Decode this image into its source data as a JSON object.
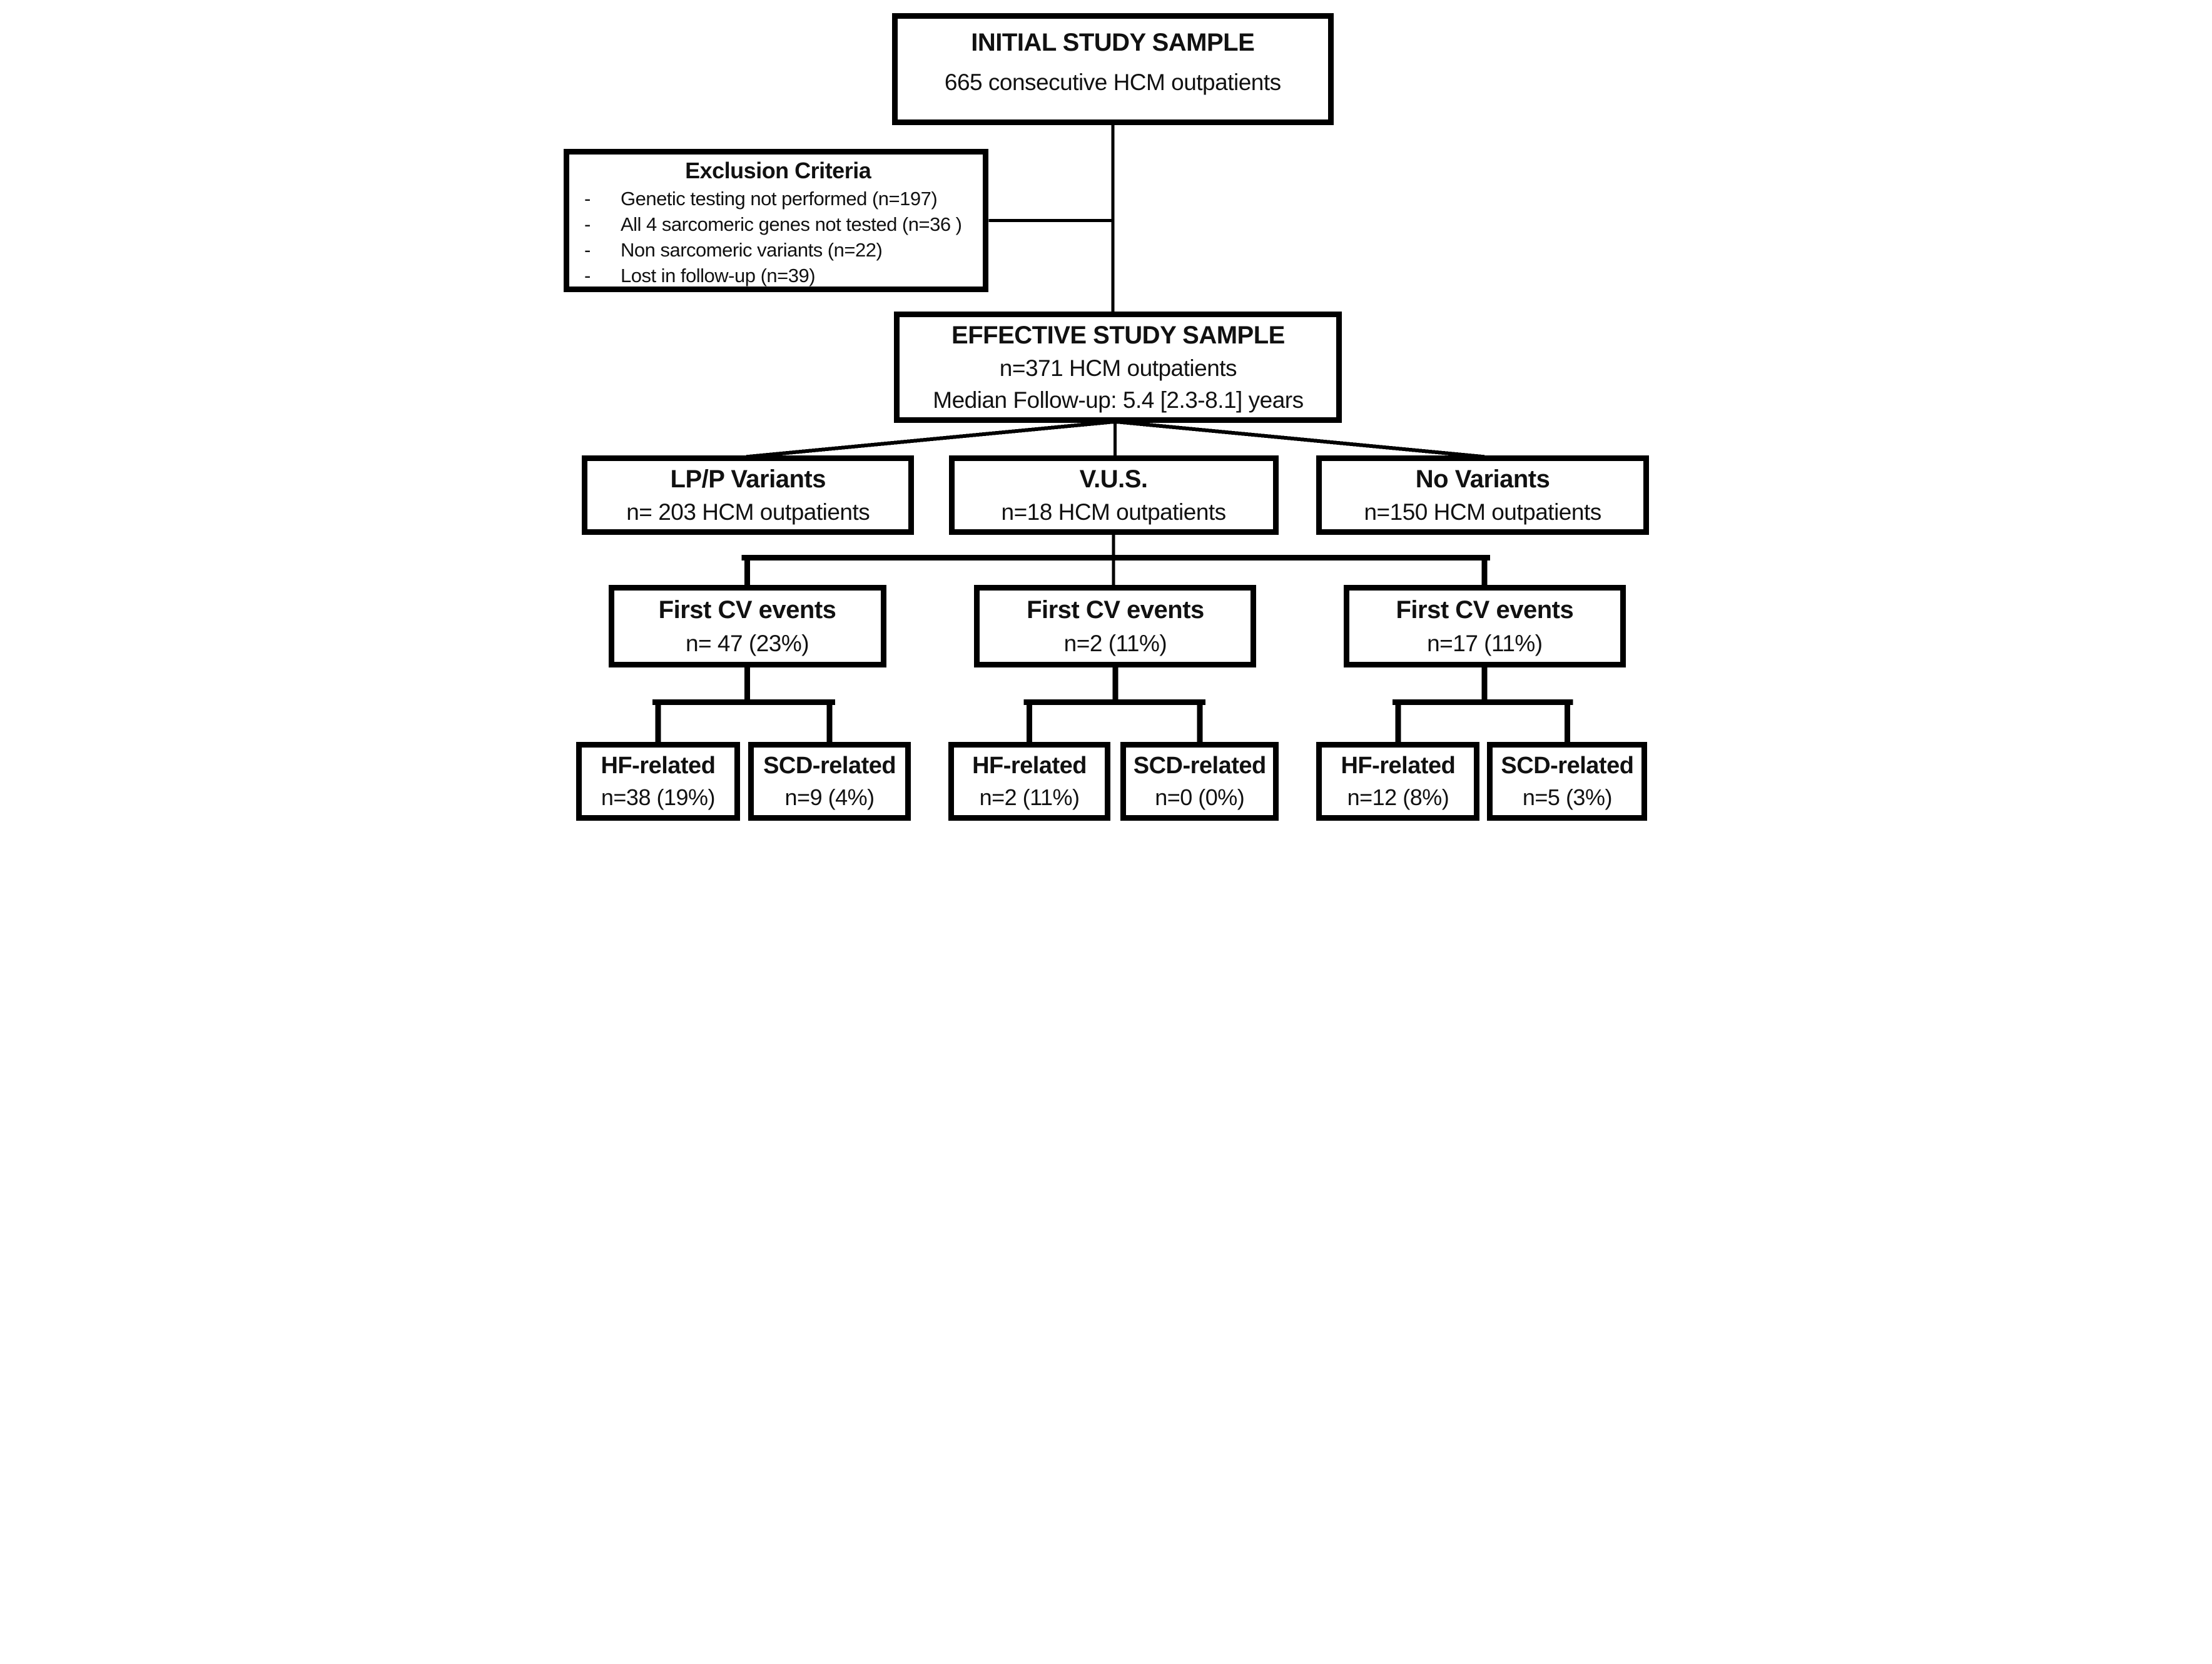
{
  "diagram": {
    "type": "flowchart",
    "colors": {
      "background": "#ffffff",
      "box_border": "#000000",
      "connector": "#000000",
      "text": "#111111"
    },
    "nodes": {
      "initial": {
        "title": "INITIAL STUDY SAMPLE",
        "line2": "665 consecutive HCM outpatients"
      },
      "exclusion": {
        "title": "Exclusion Criteria",
        "bullet": "-",
        "items": [
          "Genetic testing not performed (n=197)",
          "All 4 sarcomeric genes not tested (n=36 )",
          "Non sarcomeric variants (n=22)",
          "Lost in follow-up (n=39)"
        ]
      },
      "effective": {
        "title": "EFFECTIVE STUDY SAMPLE",
        "line2": "n=371 HCM outpatients",
        "line3": "Median Follow-up: 5.4 [2.3-8.1] years"
      },
      "lpp": {
        "title": "LP/P Variants",
        "line2": "n= 203 HCM outpatients"
      },
      "vus": {
        "title": "V.U.S.",
        "line2": "n=18 HCM outpatients"
      },
      "no_variants": {
        "title": "No Variants",
        "line2": "n=150 HCM outpatients"
      },
      "cv_lpp": {
        "title": "First CV events",
        "line2": "n= 47 (23%)"
      },
      "cv_vus": {
        "title": "First CV events",
        "line2": "n=2 (11%)"
      },
      "cv_no_variants": {
        "title": "First CV events",
        "line2": "n=17 (11%)"
      },
      "hf_lpp": {
        "title": "HF-related",
        "line2": "n=38 (19%)"
      },
      "scd_lpp": {
        "title": "SCD-related",
        "line2": "n=9 (4%)"
      },
      "hf_vus": {
        "title": "HF-related",
        "line2": "n=2 (11%)"
      },
      "scd_vus": {
        "title": "SCD-related",
        "line2": "n=0 (0%)"
      },
      "hf_no_variants": {
        "title": "HF-related",
        "line2": "n=12 (8%)"
      },
      "scd_no_variants": {
        "title": "SCD-related",
        "line2": "n=5 (3%)"
      }
    },
    "edges": [
      {
        "from": "initial",
        "to": "effective"
      },
      {
        "from": "exclusion",
        "to": "initial-effective-connector"
      },
      {
        "from": "effective",
        "to": "lpp"
      },
      {
        "from": "effective",
        "to": "vus"
      },
      {
        "from": "effective",
        "to": "no_variants"
      },
      {
        "from": "vus",
        "to": "cv_lpp"
      },
      {
        "from": "vus",
        "to": "cv_vus"
      },
      {
        "from": "vus",
        "to": "cv_no_variants"
      },
      {
        "from": "cv_lpp",
        "to": "hf_lpp"
      },
      {
        "from": "cv_lpp",
        "to": "scd_lpp"
      },
      {
        "from": "cv_vus",
        "to": "hf_vus"
      },
      {
        "from": "cv_vus",
        "to": "scd_vus"
      },
      {
        "from": "cv_no_variants",
        "to": "hf_no_variants"
      },
      {
        "from": "cv_no_variants",
        "to": "scd_no_variants"
      }
    ]
  }
}
